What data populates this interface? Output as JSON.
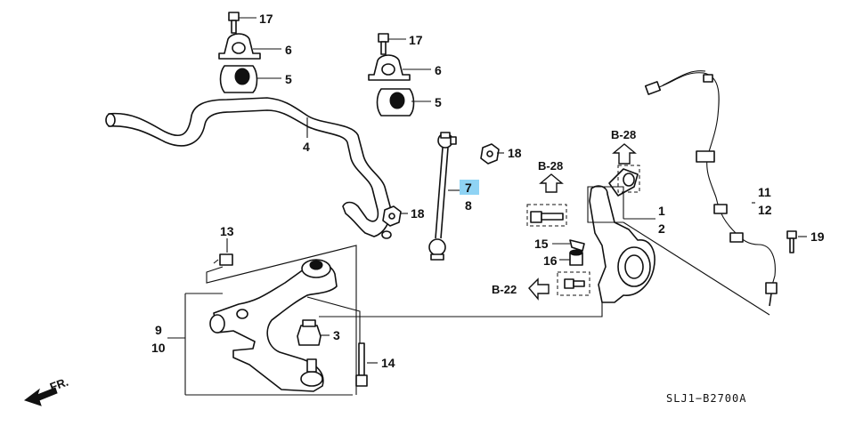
{
  "callouts": {
    "c17a": "17",
    "c6a": "6",
    "c5a": "5",
    "c17b": "17",
    "c6b": "6",
    "c5b": "5",
    "c4": "4",
    "c18a": "18",
    "c18b": "18",
    "c7": "7",
    "c8": "8",
    "c13": "13",
    "c9": "9",
    "c10": "10",
    "c3": "3",
    "c14": "14",
    "c1": "1",
    "c2": "2",
    "c15": "15",
    "c16": "16",
    "c11": "11",
    "c12": "12",
    "c19": "19"
  },
  "references": {
    "b28a": "B-28",
    "b28b": "B-28",
    "b22": "B-22"
  },
  "front_marker": "FR.",
  "diagram_code": "SLJ1−B2700A",
  "highlight_color": "#8fd3f4"
}
